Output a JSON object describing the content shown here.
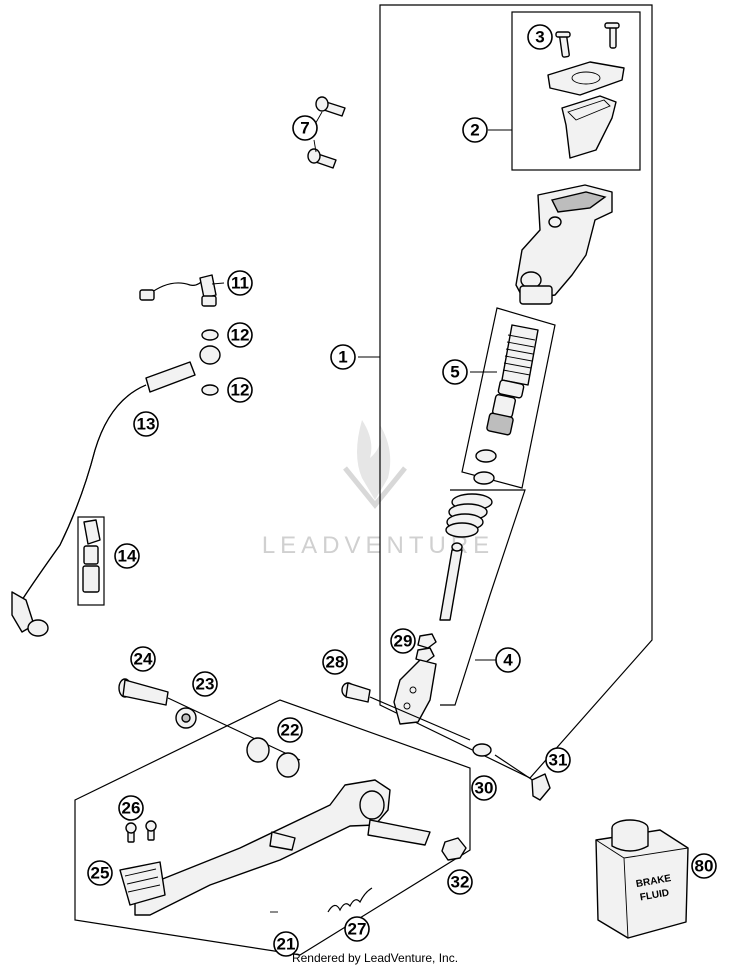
{
  "callouts": [
    {
      "id": "c1",
      "text": "1"
    },
    {
      "id": "c2",
      "text": "2"
    },
    {
      "id": "c3",
      "text": "3"
    },
    {
      "id": "c4",
      "text": "4"
    },
    {
      "id": "c5",
      "text": "5"
    },
    {
      "id": "c7",
      "text": "7"
    },
    {
      "id": "c11",
      "text": "11"
    },
    {
      "id": "c12a",
      "text": "12"
    },
    {
      "id": "c12b",
      "text": "12"
    },
    {
      "id": "c13",
      "text": "13"
    },
    {
      "id": "c14",
      "text": "14"
    },
    {
      "id": "c21",
      "text": "21"
    },
    {
      "id": "c22",
      "text": "22"
    },
    {
      "id": "c23",
      "text": "23"
    },
    {
      "id": "c24",
      "text": "24"
    },
    {
      "id": "c25",
      "text": "25"
    },
    {
      "id": "c26",
      "text": "26"
    },
    {
      "id": "c27",
      "text": "27"
    },
    {
      "id": "c28",
      "text": "28"
    },
    {
      "id": "c29",
      "text": "29"
    },
    {
      "id": "c30",
      "text": "30"
    },
    {
      "id": "c31",
      "text": "31"
    },
    {
      "id": "c32",
      "text": "32"
    },
    {
      "id": "c80",
      "text": "80"
    }
  ],
  "bottle_label": {
    "line1": "BRAKE",
    "line2": "FLUID"
  },
  "watermark": "LEADVENTURE",
  "credit": "Rendered by LeadVenture, Inc."
}
